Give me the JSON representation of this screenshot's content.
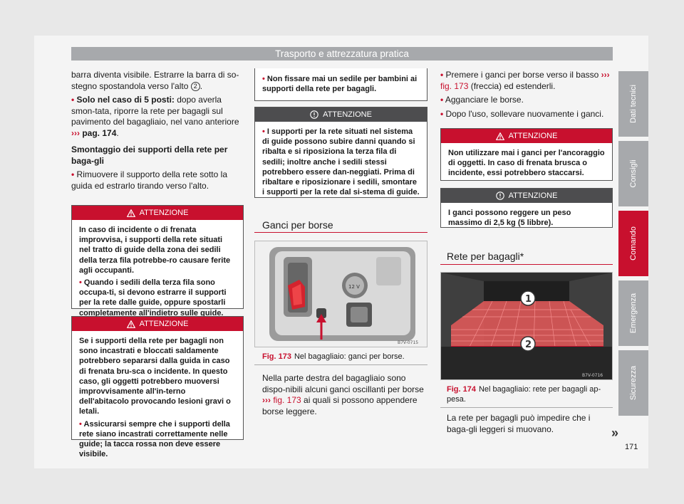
{
  "header": "Trasporto e attrezzatura pratica",
  "col1": {
    "p1": "barra diventa visibile. Estrarre la barra di so-stegno spostandola verso l'alto",
    "p1_num": "2",
    "p1_end": ".",
    "b1_bold": "Solo nel caso di 5 posti:",
    "b1_text": " dopo averla smon-tata, riporre la rete per bagagli sul pavimento del bagagliaio, nel vano anteriore",
    "b1_ref": "›››",
    "b1_ref_text": "pag. 174",
    "b1_end": ".",
    "subhead": "Smontaggio dei supporti della rete per baga-gli",
    "b2": "Rimuovere il supporto della rete sotto la guida ed estrarlo tirando verso l'alto."
  },
  "warn1": {
    "title": "ATTENZIONE",
    "p1": "In caso di incidente o di frenata improvvisa, i supporti della rete situati nel tratto di guide della zona dei sedili della terza fila potrebbe-ro causare ferite agli occupanti.",
    "b1": "Quando i sedili della terza fila sono occupa-ti, si devono estrarre il supporti per la rete dalle guide, oppure spostarli completamente all'indietro sulle guide."
  },
  "warn2": {
    "title": "ATTENZIONE",
    "p1": "Se i supporti della rete per bagagli non sono incastrati e bloccati saldamente potrebbero separarsi dalla guida in caso di frenata bru-sca o incidente. In questo caso, gli oggetti potrebbero muoversi improvvisamente all'in-terno dell'abitacolo provocando lesioni gravi o letali.",
    "b1": "Assicurarsi sempre che i supporti della rete siano incastrati correttamente nelle guide; la tacca rossa non deve essere visibile."
  },
  "col2_top": "Non fissare mai un sedile per bambini ai supporti della rete per bagagli.",
  "warn3": {
    "title": "ATTENZIONE",
    "b1": "I supporti per la rete situati nel sistema di guide possono subire danni quando si ribalta e si riposiziona la terza fila di sedili; inoltre anche i sedili stessi potrebbero essere dan-neggiati. Prima di ribaltare e riposizionare i sedili, smontare i supporti per la rete dal si-stema di guide."
  },
  "sec1": "Ganci per borse",
  "fig173": {
    "code": "B7V-0715",
    "label": "Fig. 173",
    "caption": "Nel bagagliaio: ganci per borse.",
    "socket_label": "12 V"
  },
  "col2_text": {
    "t1": "Nella parte destra del bagagliaio sono dispo-nibili alcuni ganci oscillanti per borse",
    "ref": "›››",
    "ref_text": "fig. 173",
    "t2": " ai quali si possono appendere borse leggere."
  },
  "col3": {
    "b1": "Premere i ganci per borse verso il basso",
    "b1_ref": "›››",
    "b1_ref_text": "fig. 173",
    "b1_end": " (freccia) ed estenderli.",
    "b2": "Agganciare le borse.",
    "b3": "Dopo l'uso, sollevare nuovamente i ganci."
  },
  "warn4": {
    "title": "ATTENZIONE",
    "p1": "Non utilizzare mai i ganci per l'ancoraggio di oggetti. In caso di frenata brusca o incidente, essi potrebbero staccarsi."
  },
  "warn5": {
    "title": "ATTENZIONE",
    "p1": "I ganci possono reggere un peso massimo di 2,5 kg (5 libbre)."
  },
  "sec2": "Rete per bagagli*",
  "fig174": {
    "code": "B7V-0716",
    "label": "Fig. 174",
    "caption": "Nel bagagliaio: rete per bagagli ap-pesa.",
    "n1": "1",
    "n2": "2"
  },
  "col3_end": "La rete per bagagli può impedire che i baga-gli leggeri si muovano.",
  "tabs": [
    "Dati tecnici",
    "Consigli",
    "Comando",
    "Emergenza",
    "Sicurezza"
  ],
  "page_number": "171",
  "next_symbol": "»",
  "colors": {
    "accent": "#c8102e",
    "tab_grey": "#a7a9ac",
    "dark_head": "#4d4d4f"
  }
}
